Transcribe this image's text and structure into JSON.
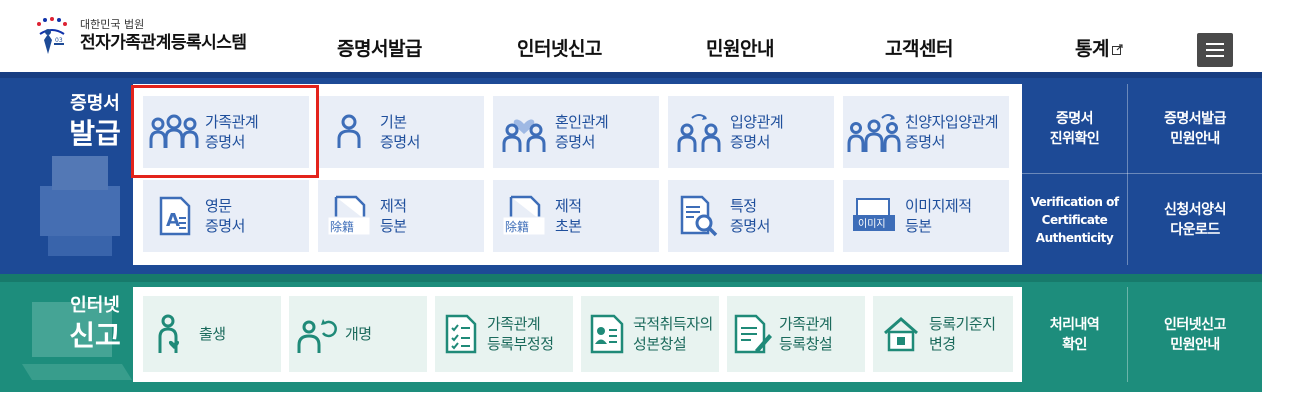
{
  "header": {
    "org": "대한민국 법원",
    "title": "전자가족관계등록시스템",
    "nav": [
      {
        "label": "증명서발급"
      },
      {
        "label": "인터넷신고"
      },
      {
        "label": "민원안내"
      },
      {
        "label": "고객센터"
      },
      {
        "label": "통계"
      }
    ],
    "menu_icon": "hamburger-icon"
  },
  "certificates": {
    "section_label_1": "증명서",
    "section_label_2": "발급",
    "tiles": [
      {
        "label": "가족관계\n증명서",
        "icon": "family-icon",
        "highlighted": true
      },
      {
        "label": "기본\n증명서",
        "icon": "person-icon"
      },
      {
        "label": "혼인관계\n증명서",
        "icon": "couple-heart-icon"
      },
      {
        "label": "입양관계\n증명서",
        "icon": "adoption-icon"
      },
      {
        "label": "친양자입양관계\n증명서",
        "icon": "family-adoption-icon"
      },
      {
        "label": "영문\n증명서",
        "icon": "english-doc-icon"
      },
      {
        "label": "제적\n등본",
        "icon": "removed-register-icon",
        "icon_text": "除籍"
      },
      {
        "label": "제적\n초본",
        "icon": "removed-register-icon",
        "icon_text": "除籍"
      },
      {
        "label": "특정\n증명서",
        "icon": "search-doc-icon"
      },
      {
        "label": "이미지제적\n등본",
        "icon": "image-register-icon",
        "icon_text": "이미지"
      }
    ],
    "side": [
      {
        "label": "증명서\n진위확인"
      },
      {
        "label": "증명서발급\n민원안내"
      },
      {
        "label": "Verification of\nCertificate\nAuthenticity"
      },
      {
        "label": "신청서양식\n다운로드"
      }
    ]
  },
  "internet_report": {
    "section_label_1": "인터넷",
    "section_label_2": "신고",
    "tiles": [
      {
        "label": "출생",
        "icon": "birth-icon"
      },
      {
        "label": "개명",
        "icon": "rename-icon"
      },
      {
        "label": "가족관계\n등록부정정",
        "icon": "checklist-icon"
      },
      {
        "label": "국적취득자의\n성본창설",
        "icon": "id-card-icon"
      },
      {
        "label": "가족관계\n등록창설",
        "icon": "doc-pen-icon"
      },
      {
        "label": "등록기준지\n변경",
        "icon": "house-icon"
      }
    ],
    "side": [
      {
        "label": "처리내역\n확인"
      },
      {
        "label": "인터넷신고\n민원안내"
      }
    ]
  },
  "colors": {
    "blue_band": "#1d4a96",
    "green_band": "#1d8d7c",
    "highlight": "#e3231b"
  }
}
